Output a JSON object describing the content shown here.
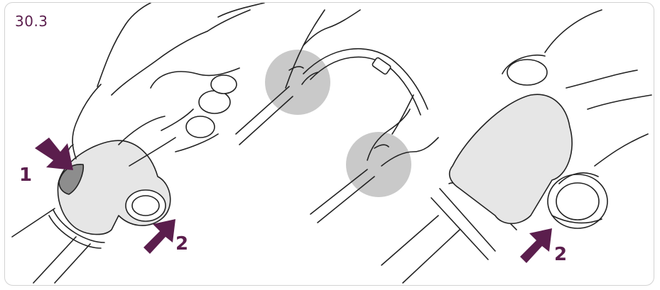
{
  "figure": {
    "label": "30.3"
  },
  "steps": {
    "panel1_step1": "1",
    "panel1_step2": "2",
    "panel3_step2": "2"
  },
  "colors": {
    "accent": "#5b1e4d",
    "highlight_circle": "#c9c9c9",
    "device_body": "#e6e6e6",
    "button_dark": "#8d8d8d",
    "line": "#222222"
  },
  "icons": {
    "press_arrow": "arrow-icon",
    "detail_circle": "magnify-circle-icon"
  }
}
